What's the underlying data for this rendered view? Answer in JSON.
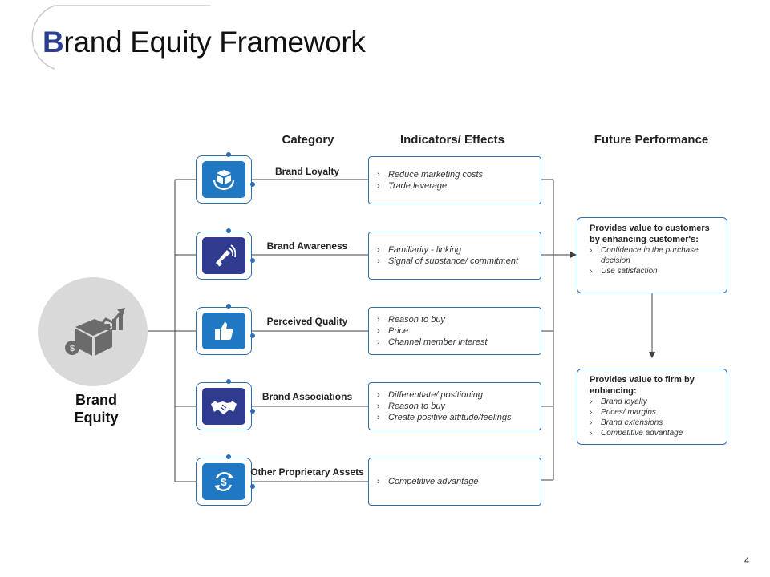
{
  "title": {
    "first_letter": "B",
    "rest": "rand Equity Framework"
  },
  "headers": {
    "category": "Category",
    "indicators": "Indicators/ Effects",
    "future": "Future Performance"
  },
  "equity": {
    "line1": "Brand",
    "line2": "Equity",
    "icon": "box-growth-icon"
  },
  "rows": [
    {
      "category": "Brand Loyalty",
      "icon": "handshake-box-icon",
      "indicators": [
        "Reduce marketing costs",
        "Trade leverage"
      ]
    },
    {
      "category": "Brand Awareness",
      "icon": "megaphone-icon",
      "indicators": [
        "Familiarity - linking",
        "Signal of substance/ commitment"
      ]
    },
    {
      "category": "Perceived Quality",
      "icon": "thumbs-up-icon",
      "indicators": [
        "Reason to buy",
        "Price",
        "Channel member interest"
      ]
    },
    {
      "category": "Brand Associations",
      "icon": "handshake-icon",
      "indicators": [
        "Differentiate/ positioning",
        "Reason to buy",
        "Create positive attitude/feelings"
      ]
    },
    {
      "category": "Other Proprietary Assets",
      "icon": "dollar-cycle-icon",
      "indicators": [
        "Competitive advantage"
      ]
    }
  ],
  "future": {
    "customers": {
      "head": "Provides value to customers by enhancing customer's:",
      "items": [
        "Confidence in the purchase decision",
        "Use satisfaction"
      ]
    },
    "firm": {
      "head": "Provides value to firm by enhancing:",
      "items": [
        "Brand loyalty",
        "Prices/ margins",
        "Brand extensions",
        "Competitive advantage"
      ]
    }
  },
  "colors": {
    "accent": "#2e6db0",
    "tile_light": "#1f78c1",
    "tile_dark": "#2e3b8f",
    "title_accent": "#2c3e91",
    "circle": "#d9d9d9"
  },
  "page_number": "4"
}
